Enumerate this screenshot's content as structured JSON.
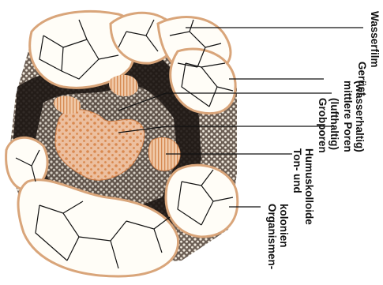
{
  "labels": [
    {
      "id": "wasserfilm",
      "lines": [
        "Wasserfilm"
      ]
    },
    {
      "id": "geruest",
      "lines": [
        "Gerüst"
      ]
    },
    {
      "id": "mittlere-poren",
      "lines": [
        "mittlere Poren",
        "(wasserhaltig)"
      ]
    },
    {
      "id": "grobporen",
      "lines": [
        "Grobporen",
        "(lufthaltig)"
      ]
    },
    {
      "id": "ton-humus",
      "lines": [
        "Ton- und",
        "Humuskolloide"
      ]
    },
    {
      "id": "organismen",
      "lines": [
        "Organismen-",
        "kolonien"
      ]
    }
  ],
  "colors": {
    "ground": "#efe8dc",
    "grain_fill": "#fffdf7",
    "grain_outline": "#c89a72",
    "water_film": "#d9a57a",
    "dark_mass": "#1c1512",
    "pore_fill": "#e9b896",
    "pore_dots": "#d98a4e",
    "ink": "#111111"
  }
}
